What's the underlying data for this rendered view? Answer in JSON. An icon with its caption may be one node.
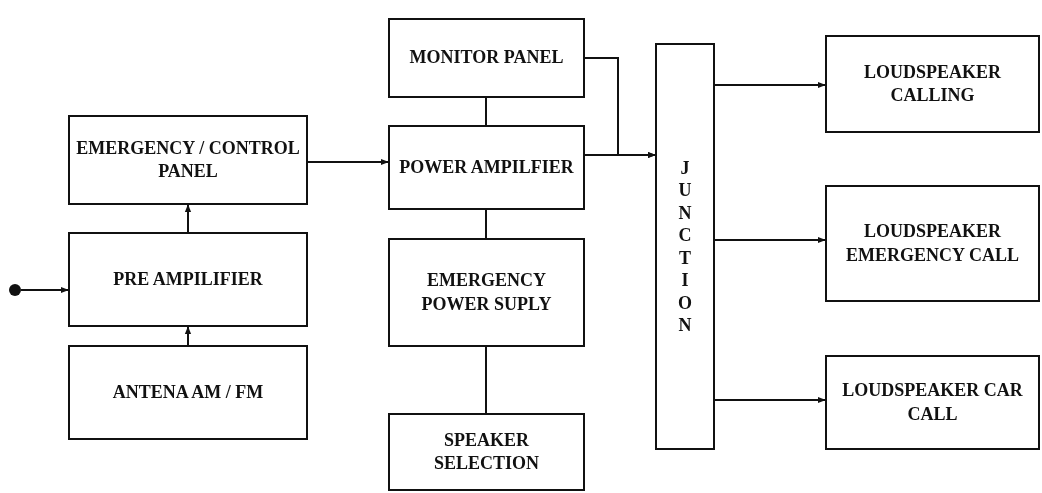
{
  "diagram": {
    "nodes": [
      {
        "text": [
          "EMERGENCY / CONTROL PANEL"
        ]
      },
      {
        "text": [
          "PRE AMPILIFIER"
        ]
      },
      {
        "text": [
          "ANTENA AM / FM"
        ]
      },
      {
        "text": [],
        "shape": "circle"
      },
      {
        "text": [
          "MONITOR PANEL"
        ]
      },
      {
        "text": [
          "POWER AMPILFIER"
        ]
      },
      {
        "text": [
          "EMERGENCY POWER SUPLY"
        ]
      },
      {
        "text": [
          "SPEAKER SELECTION"
        ]
      },
      {
        "text": [
          "JUNCTION"
        ]
      },
      {
        "text": [
          "LOUDSPEAKER CALLING"
        ]
      },
      {
        "text": [
          "LOUDSPEAKER EMERGENCY CALL"
        ]
      },
      {
        "text": [
          "LOUDSPEAKER CAR CALL"
        ]
      }
    ],
    "edges": [
      {
        "from": 3,
        "to": 1,
        "arrow": "to"
      },
      {
        "from": 2,
        "to": 1,
        "arrow": "to"
      },
      {
        "from": 1,
        "to": 0,
        "arrow": "to"
      },
      {
        "from": 0,
        "to": 5,
        "arrow": "to"
      },
      {
        "from": 4,
        "to": 5,
        "arrow": "none"
      },
      {
        "from": 5,
        "to": 6,
        "arrow": "none"
      },
      {
        "from": 6,
        "to": 7,
        "arrow": "none"
      },
      {
        "from": 5,
        "to": 8,
        "arrow": "to"
      },
      {
        "from": 4,
        "to": 8,
        "arrow": "to"
      },
      {
        "from": 8,
        "to": 9,
        "arrow": "to"
      },
      {
        "from": 8,
        "to": 10,
        "arrow": "to"
      },
      {
        "from": 8,
        "to": 11,
        "arrow": "to"
      }
    ]
  }
}
